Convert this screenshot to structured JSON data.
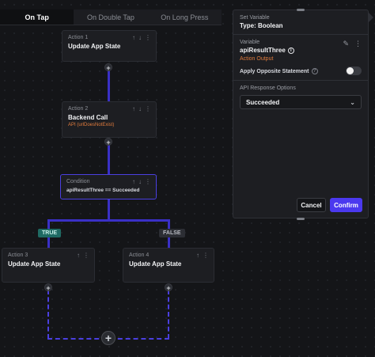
{
  "tabs": [
    {
      "label": "On Tap"
    },
    {
      "label": "On Double Tap"
    },
    {
      "label": "On Long Press"
    }
  ],
  "actions": {
    "a1": {
      "small": "Action 1",
      "title": "Update App State"
    },
    "a2": {
      "small": "Action 2",
      "title": "Backend Call",
      "sub": "API (urlDoesNotExist)"
    },
    "cond": {
      "small": "Condition",
      "text": "apiResultThree == Succeeded"
    },
    "a3": {
      "small": "Action 3",
      "title": "Update App State"
    },
    "a4": {
      "small": "Action 4",
      "title": "Update App State"
    }
  },
  "branches": {
    "true_label": "TRUE",
    "false_label": "FALSE"
  },
  "panel": {
    "header_small": "Set Variable",
    "header_value": "Type: Boolean",
    "variable_label": "Variable",
    "variable_name": "apiResultThree",
    "variable_source": "Action Output",
    "apply_opposite": "Apply Opposite Statement",
    "api_options_label": "API Response Options",
    "api_options_value": "Succeeded",
    "cancel_label": "Cancel",
    "confirm_label": "Confirm"
  },
  "colors": {
    "accent": "#4b39ef",
    "connector": "#3a30c6",
    "orange": "#e07b3c",
    "true_badge": "#1f6a63"
  }
}
